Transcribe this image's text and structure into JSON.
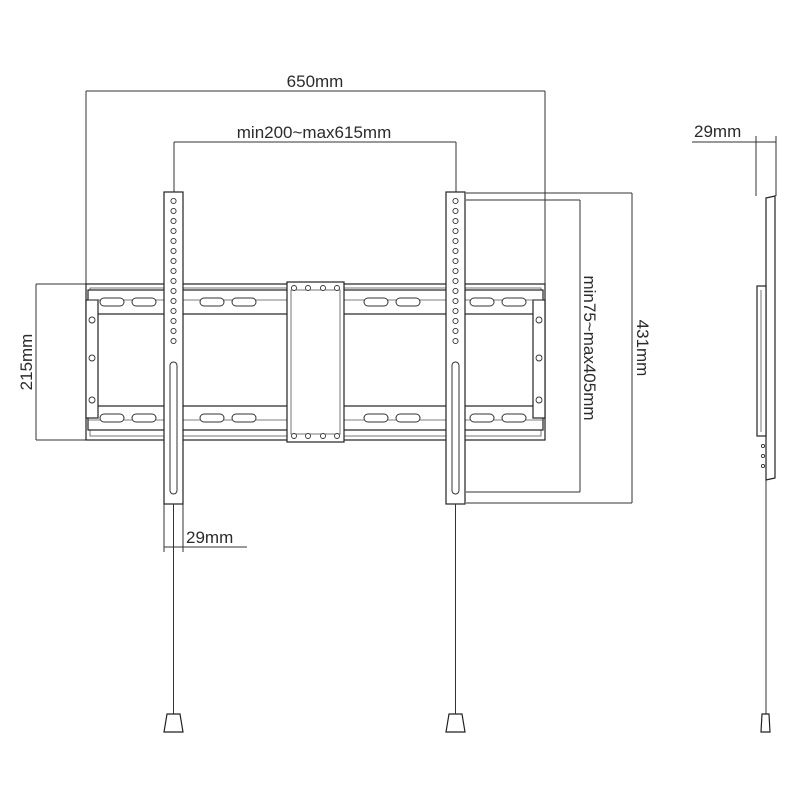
{
  "dimensions": {
    "overall_width": "650mm",
    "arm_spacing": "min200~max615mm",
    "frame_height": "215mm",
    "arm_height": "431mm",
    "vertical_hole_range": "min75~max405mm",
    "arm_width": "29mm",
    "depth": "29mm"
  },
  "colors": {
    "line": "#333333",
    "background": "#ffffff"
  }
}
